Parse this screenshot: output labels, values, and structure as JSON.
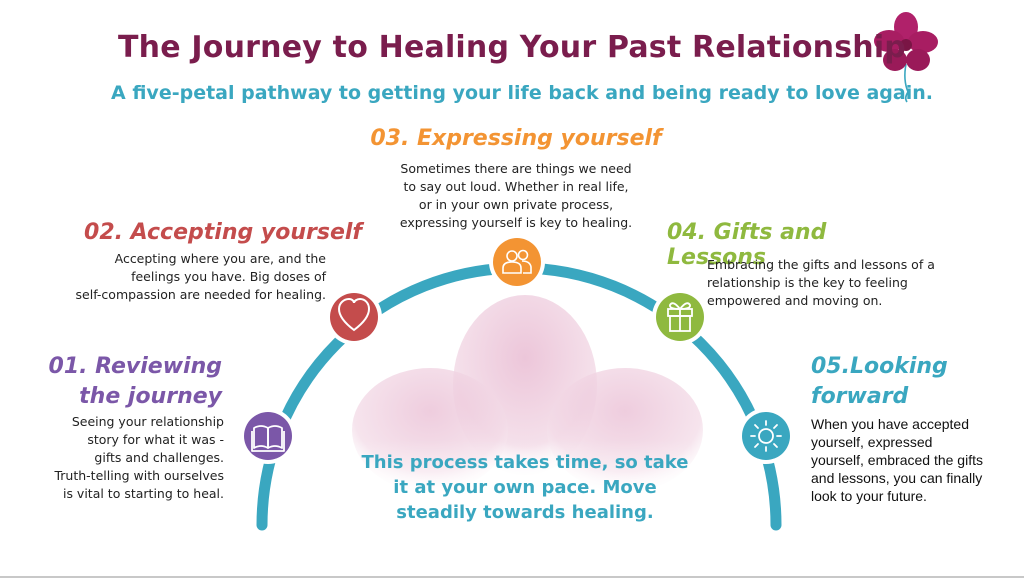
{
  "title": "The Journey to Healing Your Past Relationship",
  "subtitle": "A five-petal pathway to getting your life back and being ready to love again.",
  "center_message": "This process takes time, so take it at your own pace. Move steadily towards healing.",
  "colors": {
    "title": "#7a1d4d",
    "arc": "#3aa7c0",
    "step1": "#7b57a8",
    "step2": "#c44c4c",
    "step3": "#f39433",
    "step4": "#8fb93f",
    "step5": "#3aa7c0",
    "flower": "#b0216a"
  },
  "steps": [
    {
      "id": "01",
      "heading_line1": "01. Reviewing",
      "heading_line2": "the journey",
      "icon": "book-icon",
      "lines": [
        "Seeing your relationship",
        "story for what it was -",
        "gifts and challenges.",
        "Truth-telling with ourselves",
        "is vital to starting to heal."
      ]
    },
    {
      "id": "02",
      "heading": "02. Accepting yourself",
      "icon": "heart-icon",
      "lines": [
        "Accepting where you are, and the",
        "feelings you have. Big doses of",
        "self-compassion are needed for healing."
      ]
    },
    {
      "id": "03",
      "heading": "03. Expressing yourself",
      "icon": "people-icon",
      "lines": [
        "Sometimes there are things we need",
        "to say out loud. Whether in real life,",
        "or in your own private process,",
        "expressing yourself is key to healing."
      ]
    },
    {
      "id": "04",
      "heading": "04. Gifts and Lessons",
      "icon": "gift-icon",
      "lines": [
        "Embracing the gifts and lessons of a",
        "relationship is the key to feeling",
        "empowered and moving on."
      ]
    },
    {
      "id": "05",
      "heading_line1": "05.Looking",
      "heading_line2": "forward",
      "icon": "sun-icon",
      "lines": [
        "When you have accepted",
        "yourself, expressed",
        "yourself, embraced the gifts",
        "and lessons, you can finally",
        "look to your future."
      ]
    }
  ]
}
